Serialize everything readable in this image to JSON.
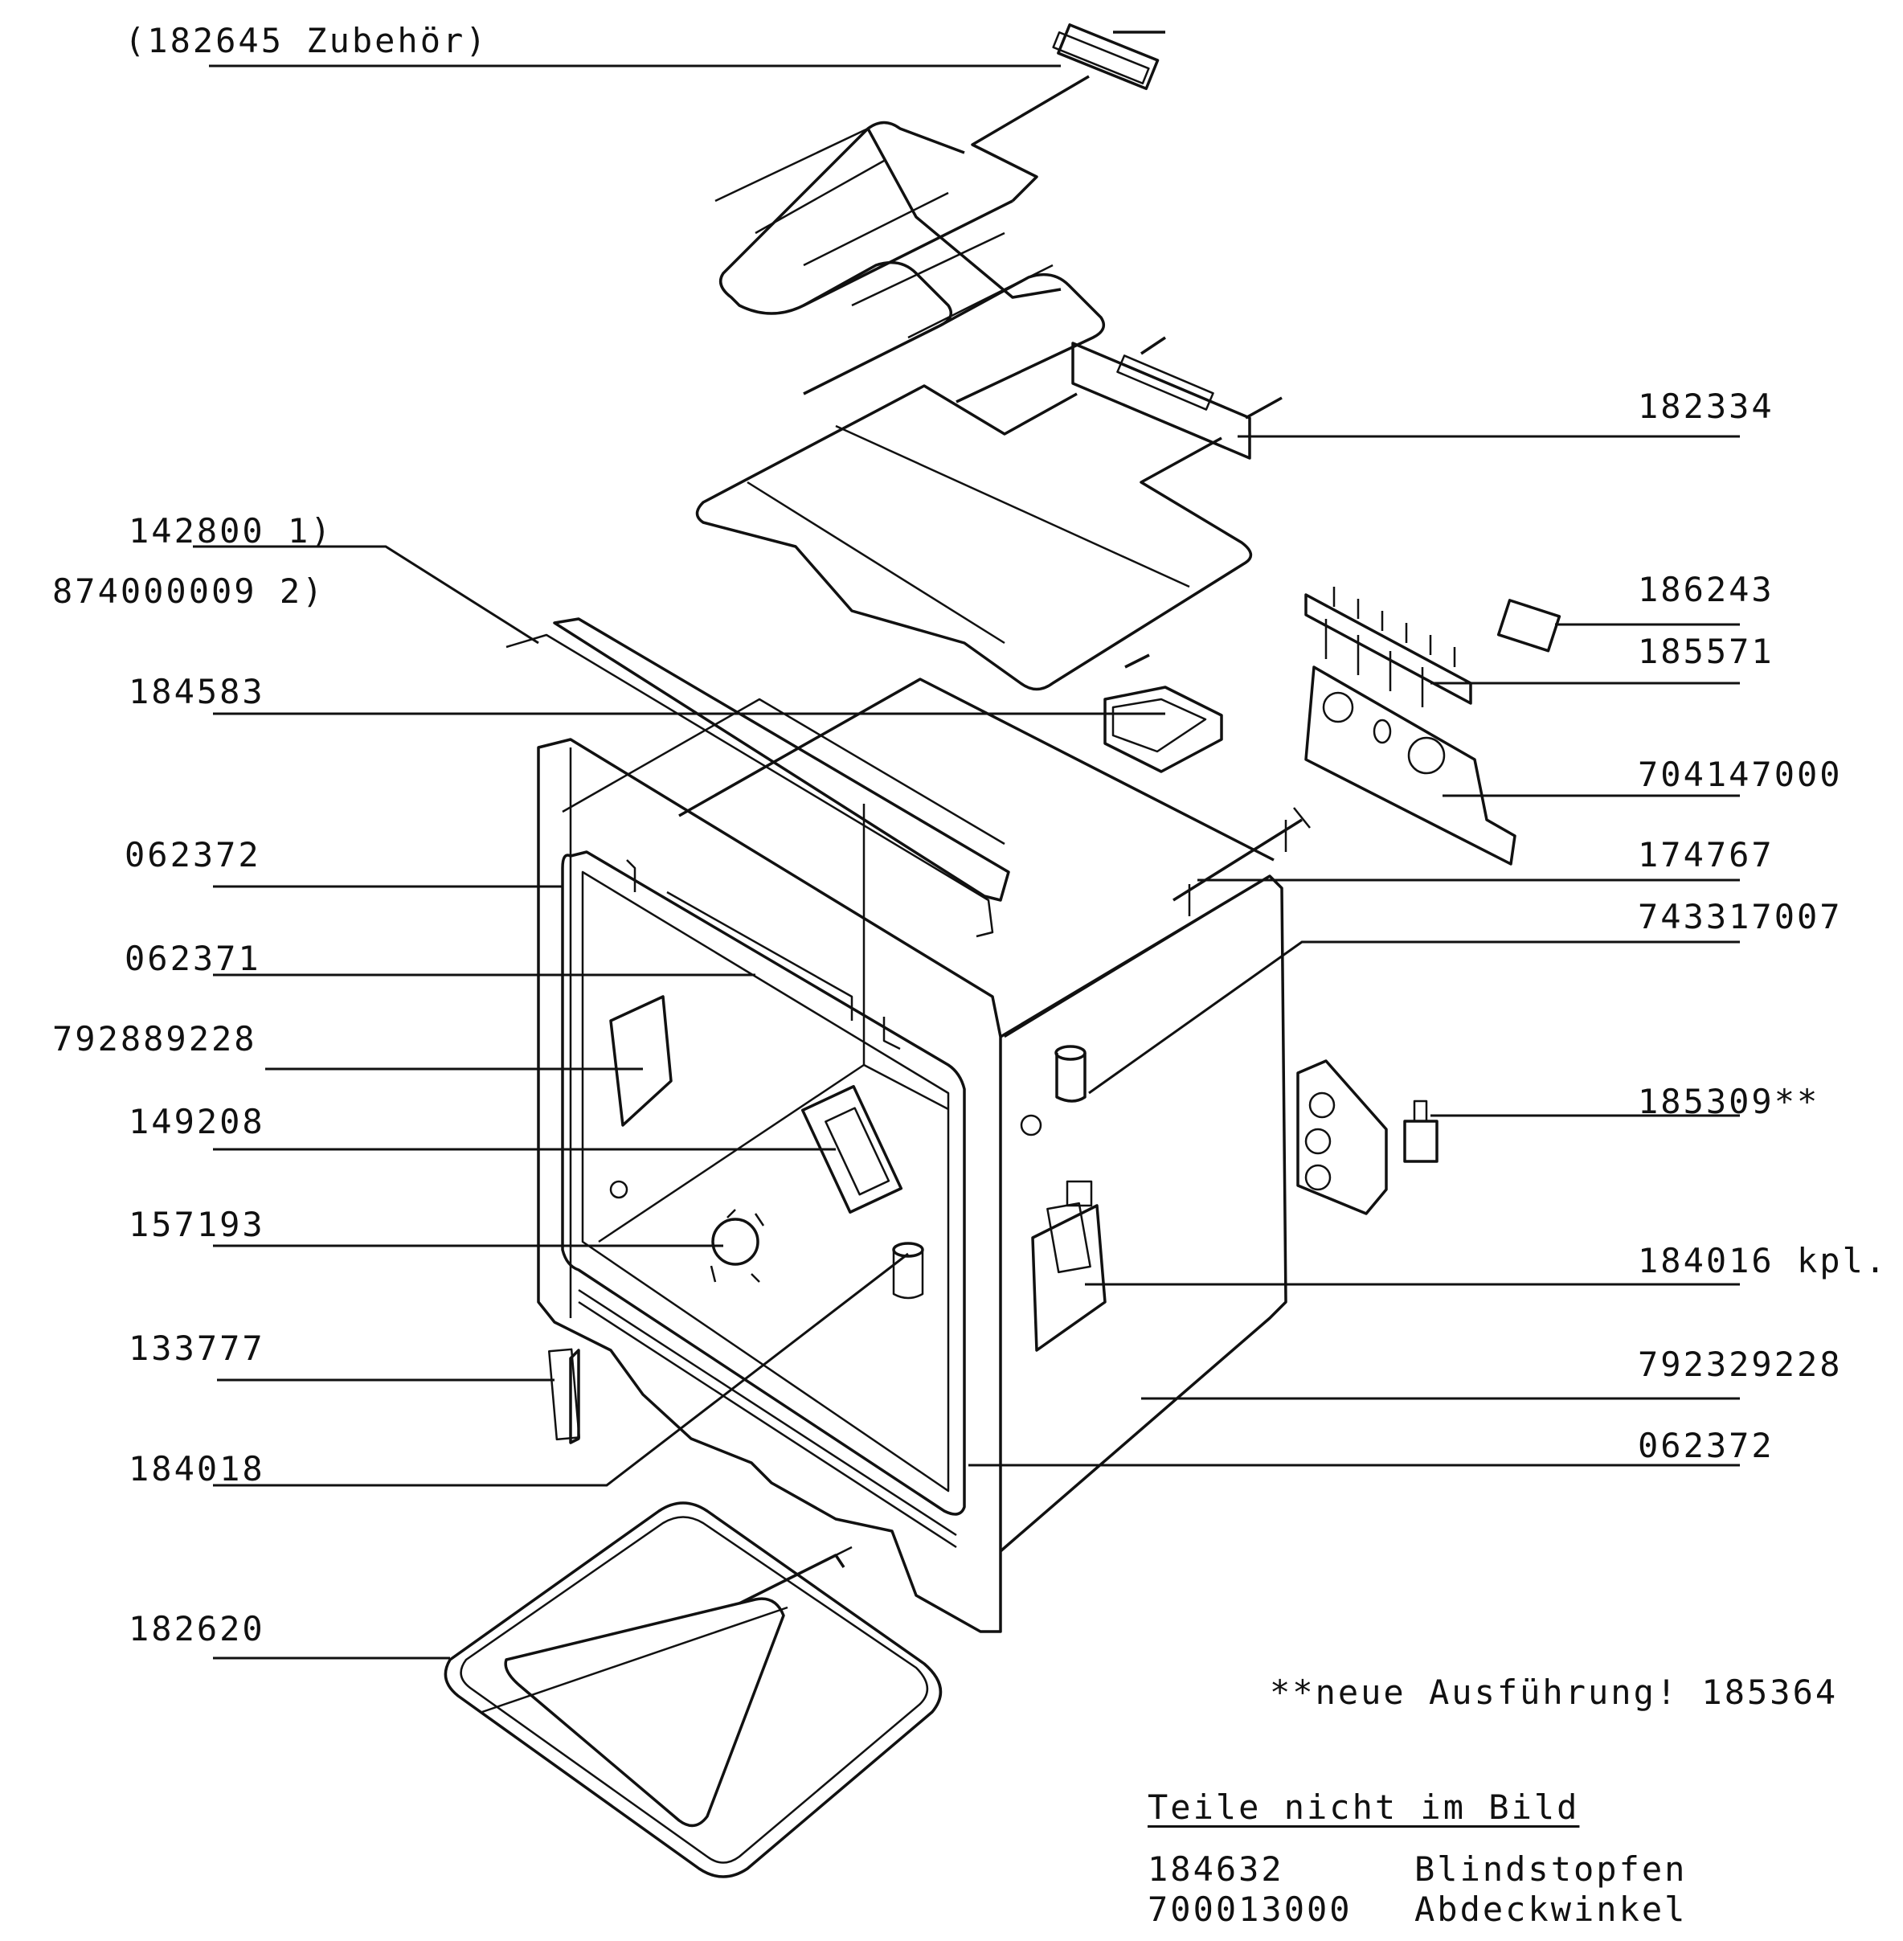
{
  "labels_left": [
    {
      "id": "182645",
      "text": "(182645 Zubehör)"
    },
    {
      "id": "142800",
      "text": "142800 1)"
    },
    {
      "id": "874000009",
      "text": "874000009 2)"
    },
    {
      "id": "184583",
      "text": "184583"
    },
    {
      "id": "062372a",
      "text": "062372"
    },
    {
      "id": "062371",
      "text": "062371"
    },
    {
      "id": "792889228",
      "text": "792889228"
    },
    {
      "id": "149208",
      "text": "149208"
    },
    {
      "id": "157193",
      "text": "157193"
    },
    {
      "id": "133777",
      "text": "133777"
    },
    {
      "id": "184018",
      "text": "184018"
    },
    {
      "id": "182620",
      "text": "182620"
    }
  ],
  "labels_right": [
    {
      "id": "182334",
      "text": "182334"
    },
    {
      "id": "186243",
      "text": "186243"
    },
    {
      "id": "185571",
      "text": "185571"
    },
    {
      "id": "704147000",
      "text": "704147000"
    },
    {
      "id": "174767",
      "text": "174767"
    },
    {
      "id": "743317007",
      "text": "743317007"
    },
    {
      "id": "185309",
      "text": "185309**"
    },
    {
      "id": "184016",
      "text": "184016 kpl."
    },
    {
      "id": "792329228",
      "text": "792329228"
    },
    {
      "id": "062372b",
      "text": "062372"
    }
  ],
  "note": "**neue Ausführung! 185364",
  "parts_not_shown": {
    "heading": "Teile nicht im Bild",
    "items": [
      {
        "number": "184632",
        "name": "Blindstopfen"
      },
      {
        "number": "700013000",
        "name": "Abdeckwinkel"
      }
    ]
  }
}
